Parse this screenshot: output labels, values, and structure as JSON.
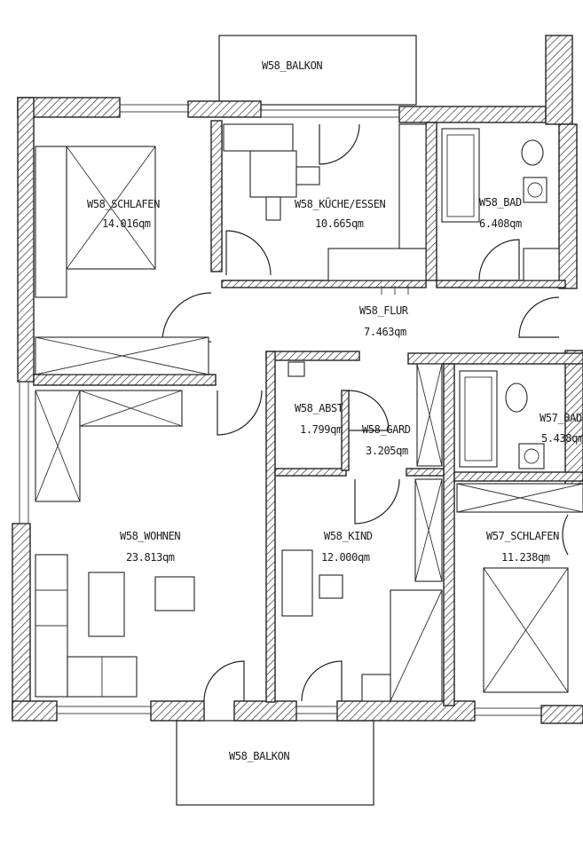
{
  "rooms": {
    "balkon_top": {
      "name": "W58_BALKON"
    },
    "schlafen": {
      "name": "W58_SCHLAFEN",
      "area": "14.016qm"
    },
    "kueche": {
      "name": "W58_KÜCHE/ESSEN",
      "area": "10.665qm"
    },
    "bad": {
      "name": "W58_BAD",
      "area": "6.408qm"
    },
    "flur": {
      "name": "W58_FLUR",
      "area": "7.463qm"
    },
    "abst": {
      "name": "W58_ABST",
      "area": "1.799qm"
    },
    "gard": {
      "name": "W58_GARD",
      "area": "3.205qm"
    },
    "bad57": {
      "name": "W57_BAD",
      "area": "5.438qm"
    },
    "wohnen": {
      "name": "W58_WOHNEN",
      "area": "23.813qm"
    },
    "kind": {
      "name": "W58_KIND",
      "area": "12.000qm"
    },
    "schlafen57": {
      "name": "W57_SCHLAFEN",
      "area": "11.238qm"
    },
    "balkon_bottom": {
      "name": "W58_BALKON"
    }
  },
  "colors": {
    "ink": "#222222",
    "paper": "#ffffff"
  }
}
